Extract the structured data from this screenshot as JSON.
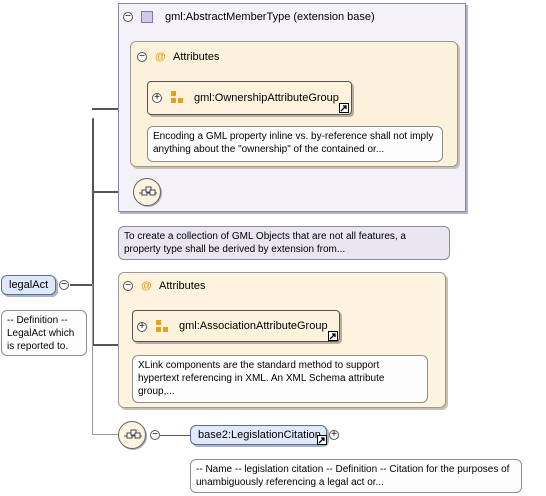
{
  "root": {
    "name": "legalAct",
    "doc": "-- Definition -- LegalAct which is reported to."
  },
  "extension": {
    "title": "gml:AbstractMemberType (extension base)",
    "attributes_label": "Attributes",
    "group_name": "gml:OwnershipAttributeGroup",
    "group_doc": "Encoding a GML property inline vs. by-reference shall not imply anything about the \"ownership\" of the contained or...",
    "doc": "To create a collection of GML Objects that are not all features, a property type shall be derived by extension from..."
  },
  "attributes": {
    "label": "Attributes",
    "group_name": "gml:AssociationAttributeGroup",
    "group_doc": "XLink components are the standard method to support hypertext referencing in XML. An XML Schema attribute group,..."
  },
  "child": {
    "name": "base2:LegislationCitation",
    "doc": "-- Name -- legislation citation -- Definition -- Citation for the purposes of unambiguously referencing a legal act or..."
  },
  "icons": {
    "collapse": "minus-circle-icon",
    "expand": "plus-circle-icon",
    "attribute": "at-sign-icon",
    "attribute_group": "attribute-group-icon",
    "link": "arrow-link-icon",
    "sequence": "sequence-compositor-icon",
    "complex_type": "complex-type-icon"
  },
  "colors": {
    "extension_bg": "#f4f2f8",
    "attributes_bg": "#fcf2dc",
    "element_blue": "#dfe9fb",
    "attribute_at": "#e6a01e"
  }
}
